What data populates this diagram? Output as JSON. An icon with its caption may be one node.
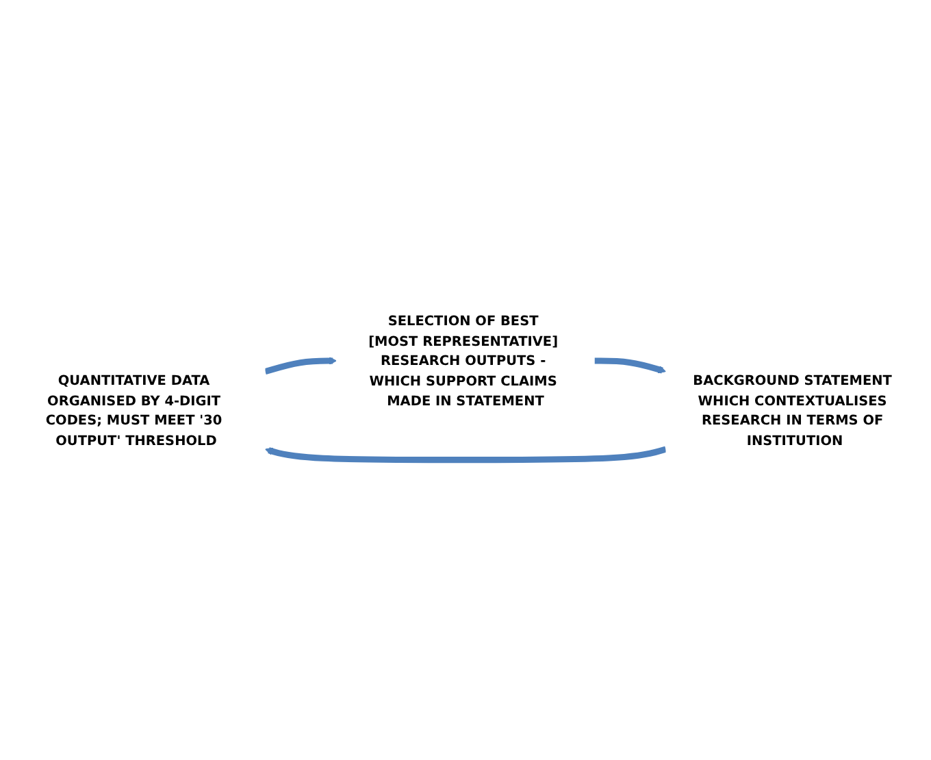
{
  "diagram": {
    "nodes": [
      {
        "text": [
          "QUANTITATIVE DATA ORGANISED BY 4-DIGIT CODES; MUST MEET '30 OUTPUT' THRESHOLD"
        ]
      },
      {
        "text": [
          "SELECTION OF BEST [MOST REPRESENTATIVE] RESEARCH OUTPUTS - WHICH SUPPORT CLAIMS MADE IN STATEMENT"
        ]
      },
      {
        "text": [
          "BACKGROUND STATEMENT WHICH CONTEXTUALISES RESEARCH IN TERMS OF INSTITUTION"
        ]
      }
    ],
    "edges": [
      {
        "from": 0,
        "to": 1,
        "arrow": "to"
      },
      {
        "from": 1,
        "to": 2,
        "arrow": "to"
      },
      {
        "from": 2,
        "to": 0,
        "arrow": "to"
      }
    ]
  }
}
